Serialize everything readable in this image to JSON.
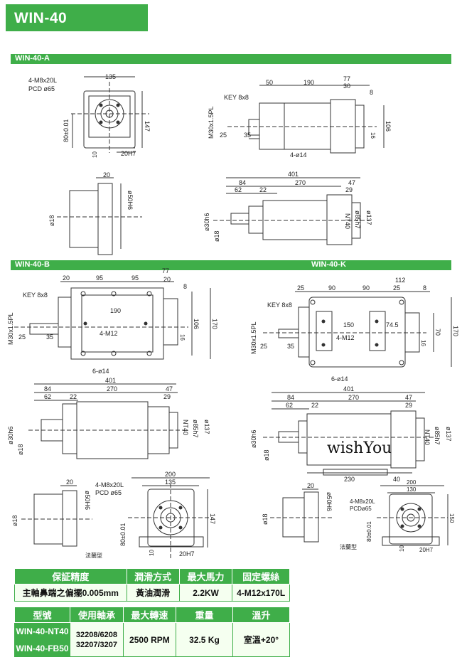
{
  "page": {
    "title": "WIN-40",
    "watermark": "wishYou"
  },
  "sections": {
    "a": "WIN-40-A",
    "b": "WIN-40-B",
    "k": "WIN-40-K"
  },
  "drawing_labels": {
    "m8_pcd": "4-M8x20L",
    "pcd65": "PCD ø65",
    "pcd65_small": "PCDø65",
    "key": "KEY 8x8",
    "m30": "M30x1.5PL",
    "m12": "4-M12",
    "phi14_4": "4-ø14",
    "phi14_6": "6-ø14",
    "nt40": "NT40",
    "phi85h7": "ø85h7",
    "phi137": "ø137",
    "phi30h6": "ø30h6",
    "phi18": "ø18",
    "phi50h6": "ø50H6",
    "h7_20": "20H7",
    "pm80": "80±0.01",
    "flange_note": "法蘭型",
    "d135": "135",
    "d147": "147",
    "d10": "10",
    "d20": "20",
    "d50": "50",
    "d190": "190",
    "d77": "77",
    "d30": "30",
    "d8": "8",
    "d25": "25",
    "d35": "35",
    "d106": "106",
    "d16": "16",
    "d401": "401",
    "d84": "84",
    "d270": "270",
    "d47": "47",
    "d62": "62",
    "d22": "22",
    "d29": "29",
    "d95": "95",
    "d170": "170",
    "d112": "112",
    "d90": "90",
    "d150": "150",
    "d74_5": "74.5",
    "d70": "70",
    "d230": "230",
    "d40": "40",
    "d200": "200",
    "d130": "130"
  },
  "spec_table": {
    "headers1": [
      "保証精度",
      "潤滑方式",
      "最大馬力",
      "固定螺絲"
    ],
    "row1": [
      "主軸鼻端之偏擺0.005mm",
      "黃油潤滑",
      "2.2KW",
      "4-M12x170L"
    ],
    "headers2": [
      "型號",
      "使用軸承",
      "最大轉速",
      "重量",
      "溫升"
    ],
    "models": [
      "WIN-40-NT40",
      "WIN-40-FB50"
    ],
    "bearings": [
      "32208/6208",
      "32207/3207"
    ],
    "max_speed": "2500 RPM",
    "weight": "32.5 Kg",
    "temp_rise": "室溫+20°"
  }
}
